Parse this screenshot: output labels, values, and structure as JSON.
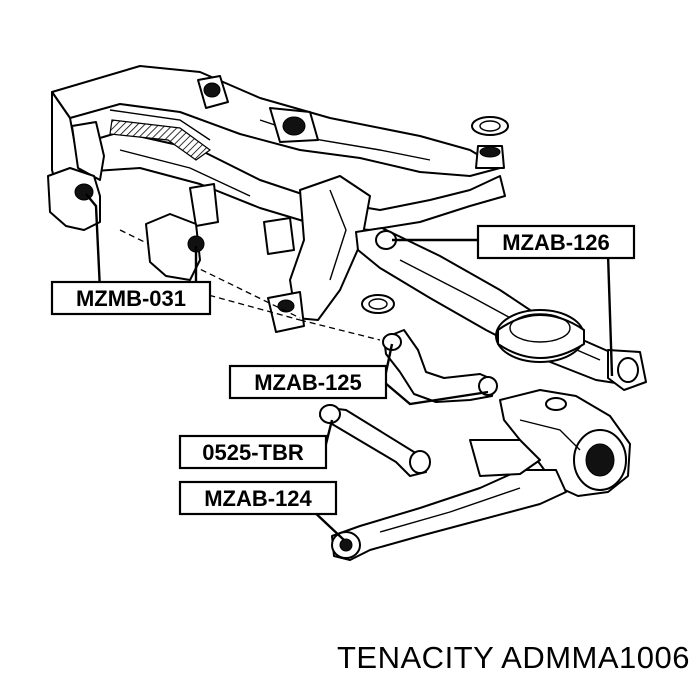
{
  "labels": {
    "mzmb_031": "MZMB-031",
    "mzab_126": "MZAB-126",
    "mzab_125": "MZAB-125",
    "tbr_0525": "0525-TBR",
    "mzab_124": "MZAB-124"
  },
  "footer": {
    "brand": "TENACITY",
    "part_number": "ADMMA1006"
  }
}
